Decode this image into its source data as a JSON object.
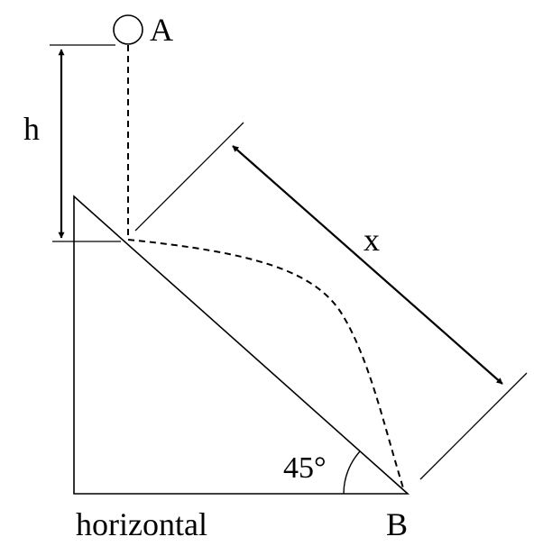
{
  "labels": {
    "point_a": "A",
    "point_b": "B",
    "height": "h",
    "distance": "x",
    "angle": "45°",
    "base": "horizontal"
  }
}
